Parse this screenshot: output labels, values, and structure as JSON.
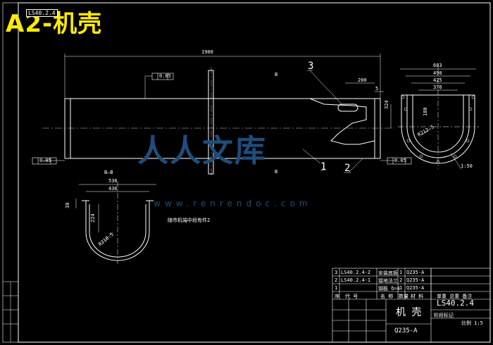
{
  "header": {
    "title": "A2-机壳",
    "drawing_code": "LS40.2.4"
  },
  "main_view": {
    "overall_length": "1900",
    "dim_200": "200",
    "dim_5": "5",
    "dim_324": "324",
    "section_mark_top": "B",
    "section_mark_bottom": "B",
    "tol_top": "0.05",
    "tol_left": "0.05",
    "tol_right": "0.05",
    "balloon_1": "1",
    "balloon_2": "2",
    "balloon_3": "3"
  },
  "side_view": {
    "dim_683": "683",
    "dim_490": "490",
    "dim_425": "425",
    "dim_376": "376",
    "dim_180": "180",
    "radius": "R212.5",
    "angle": "1:50"
  },
  "section_view": {
    "label": "B—B",
    "dim_536": "536",
    "dim_436": "436",
    "dim_224": "224",
    "dim_30": "30",
    "radius": "R218.5",
    "note": "随市机端中段有件2"
  },
  "watermark": {
    "text": "人人文库",
    "url": "www.renrendoc.com"
  },
  "parts_list": [
    {
      "no": "3",
      "code": "LS40.2.4-2",
      "name": "安装底板",
      "qty": "1",
      "material": "Q235-A"
    },
    {
      "no": "2",
      "code": "LS40.2.4-1",
      "name": "接地法兰",
      "qty": "2",
      "material": "Q235-A"
    },
    {
      "no": "1",
      "code": "",
      "name": "钢板 δ=4",
      "qty": "1",
      "material": "Q235-A"
    }
  ],
  "parts_header": {
    "no": "序",
    "code": "代 号",
    "name": "名 称",
    "qty": "数量",
    "material": "材 料",
    "remarks": "单重 总重 备注"
  },
  "title_block": {
    "part_name": "机 壳",
    "material": "Q235-A",
    "drawing_no": "LS40.2.4",
    "scale": "比例 1:5",
    "sheet": "阶段标记"
  }
}
